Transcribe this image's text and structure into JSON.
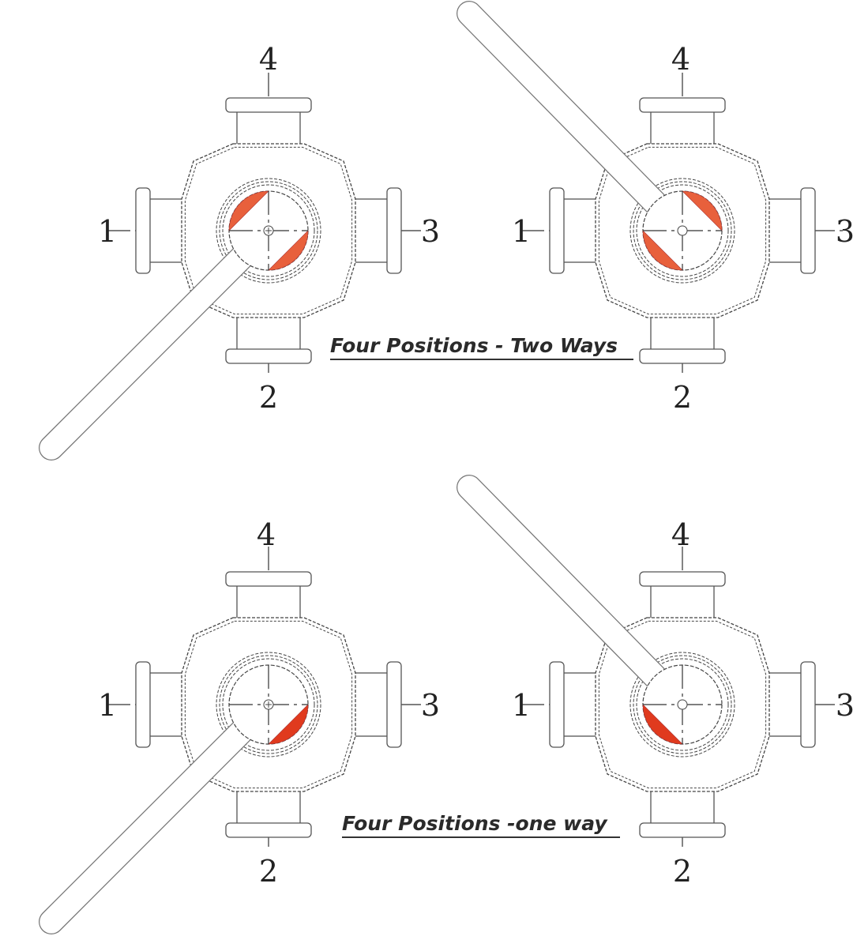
{
  "colors": {
    "segment": "#e8603c",
    "segment_dark": "#e03a1e",
    "line": "#333333",
    "handle": "#8a8a8a"
  },
  "port_labels": {
    "left": "1",
    "bottom": "2",
    "right": "3",
    "top": "4"
  },
  "captions": [
    "Four Positions - Two Ways",
    "Four Positions -one way"
  ],
  "valves": [
    {
      "handle": "bottom-left",
      "segments": [
        "upper-left",
        "lower-right"
      ],
      "color": "segment"
    },
    {
      "handle": "upper-left",
      "segments": [
        "upper-right",
        "lower-left"
      ],
      "color": "segment"
    },
    {
      "handle": "bottom-left",
      "segments": [
        "lower-right"
      ],
      "color": "segment_dark"
    },
    {
      "handle": "upper-left",
      "segments": [
        "lower-left"
      ],
      "color": "segment_dark"
    }
  ]
}
